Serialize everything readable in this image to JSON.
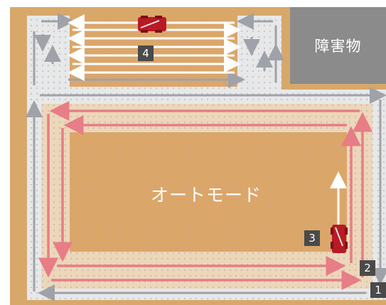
{
  "labels": {
    "obstacle": "障害物",
    "auto_mode": "オートモード"
  },
  "steps": [
    "1",
    "2",
    "3",
    "4"
  ],
  "colors": {
    "outer_border": "#d8a86b",
    "ground": "#dca669",
    "mowed_strip": "#e7e8ea",
    "inner_strip": "#ecd7bb",
    "obstacle": "#8b8b8b",
    "gray_arrow": "#9fa2a8",
    "red_arrow": "#e77d86",
    "white_arrow": "#ffffff",
    "mower": "#b81a24",
    "badge": "#4a4a4a"
  },
  "icons": [
    "mower-icon"
  ]
}
